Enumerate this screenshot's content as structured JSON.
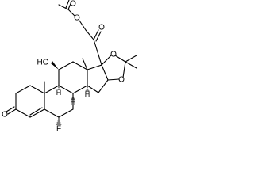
{
  "molecule": {
    "labels": {
      "ester_o_top": "O",
      "ester_o_mid": "O",
      "ketone_o_side": "O",
      "hydroxyl": "HO",
      "h_c8": "H",
      "h_c9": "H",
      "h_c14": "H",
      "dioxolane_o_upper": "O",
      "dioxolane_o_lower": "O",
      "ketone_o_ring": "O",
      "fluorine": "F"
    }
  }
}
